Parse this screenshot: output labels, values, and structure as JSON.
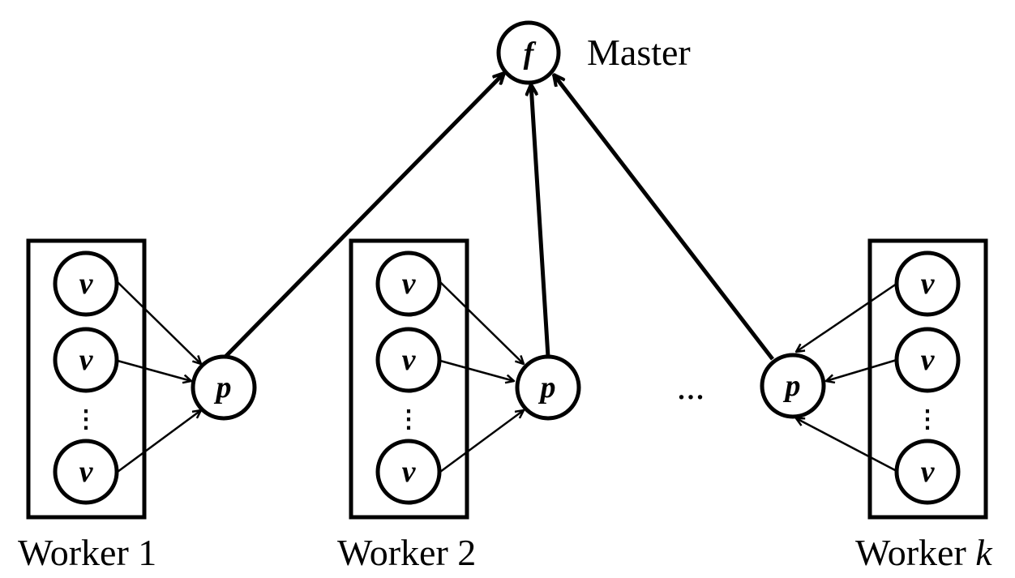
{
  "master": {
    "node_label": "f",
    "caption": "Master"
  },
  "workers": [
    {
      "caption_prefix": "Worker ",
      "caption_index": "1",
      "index_italic": false
    },
    {
      "caption_prefix": "Worker ",
      "caption_index": "2",
      "index_italic": false
    },
    {
      "caption_prefix": "Worker ",
      "caption_index": "k",
      "index_italic": true
    }
  ],
  "vertex_label": "v",
  "partial_label": "p",
  "vertical_ellipsis": "⋮",
  "horizontal_ellipsis": "..."
}
